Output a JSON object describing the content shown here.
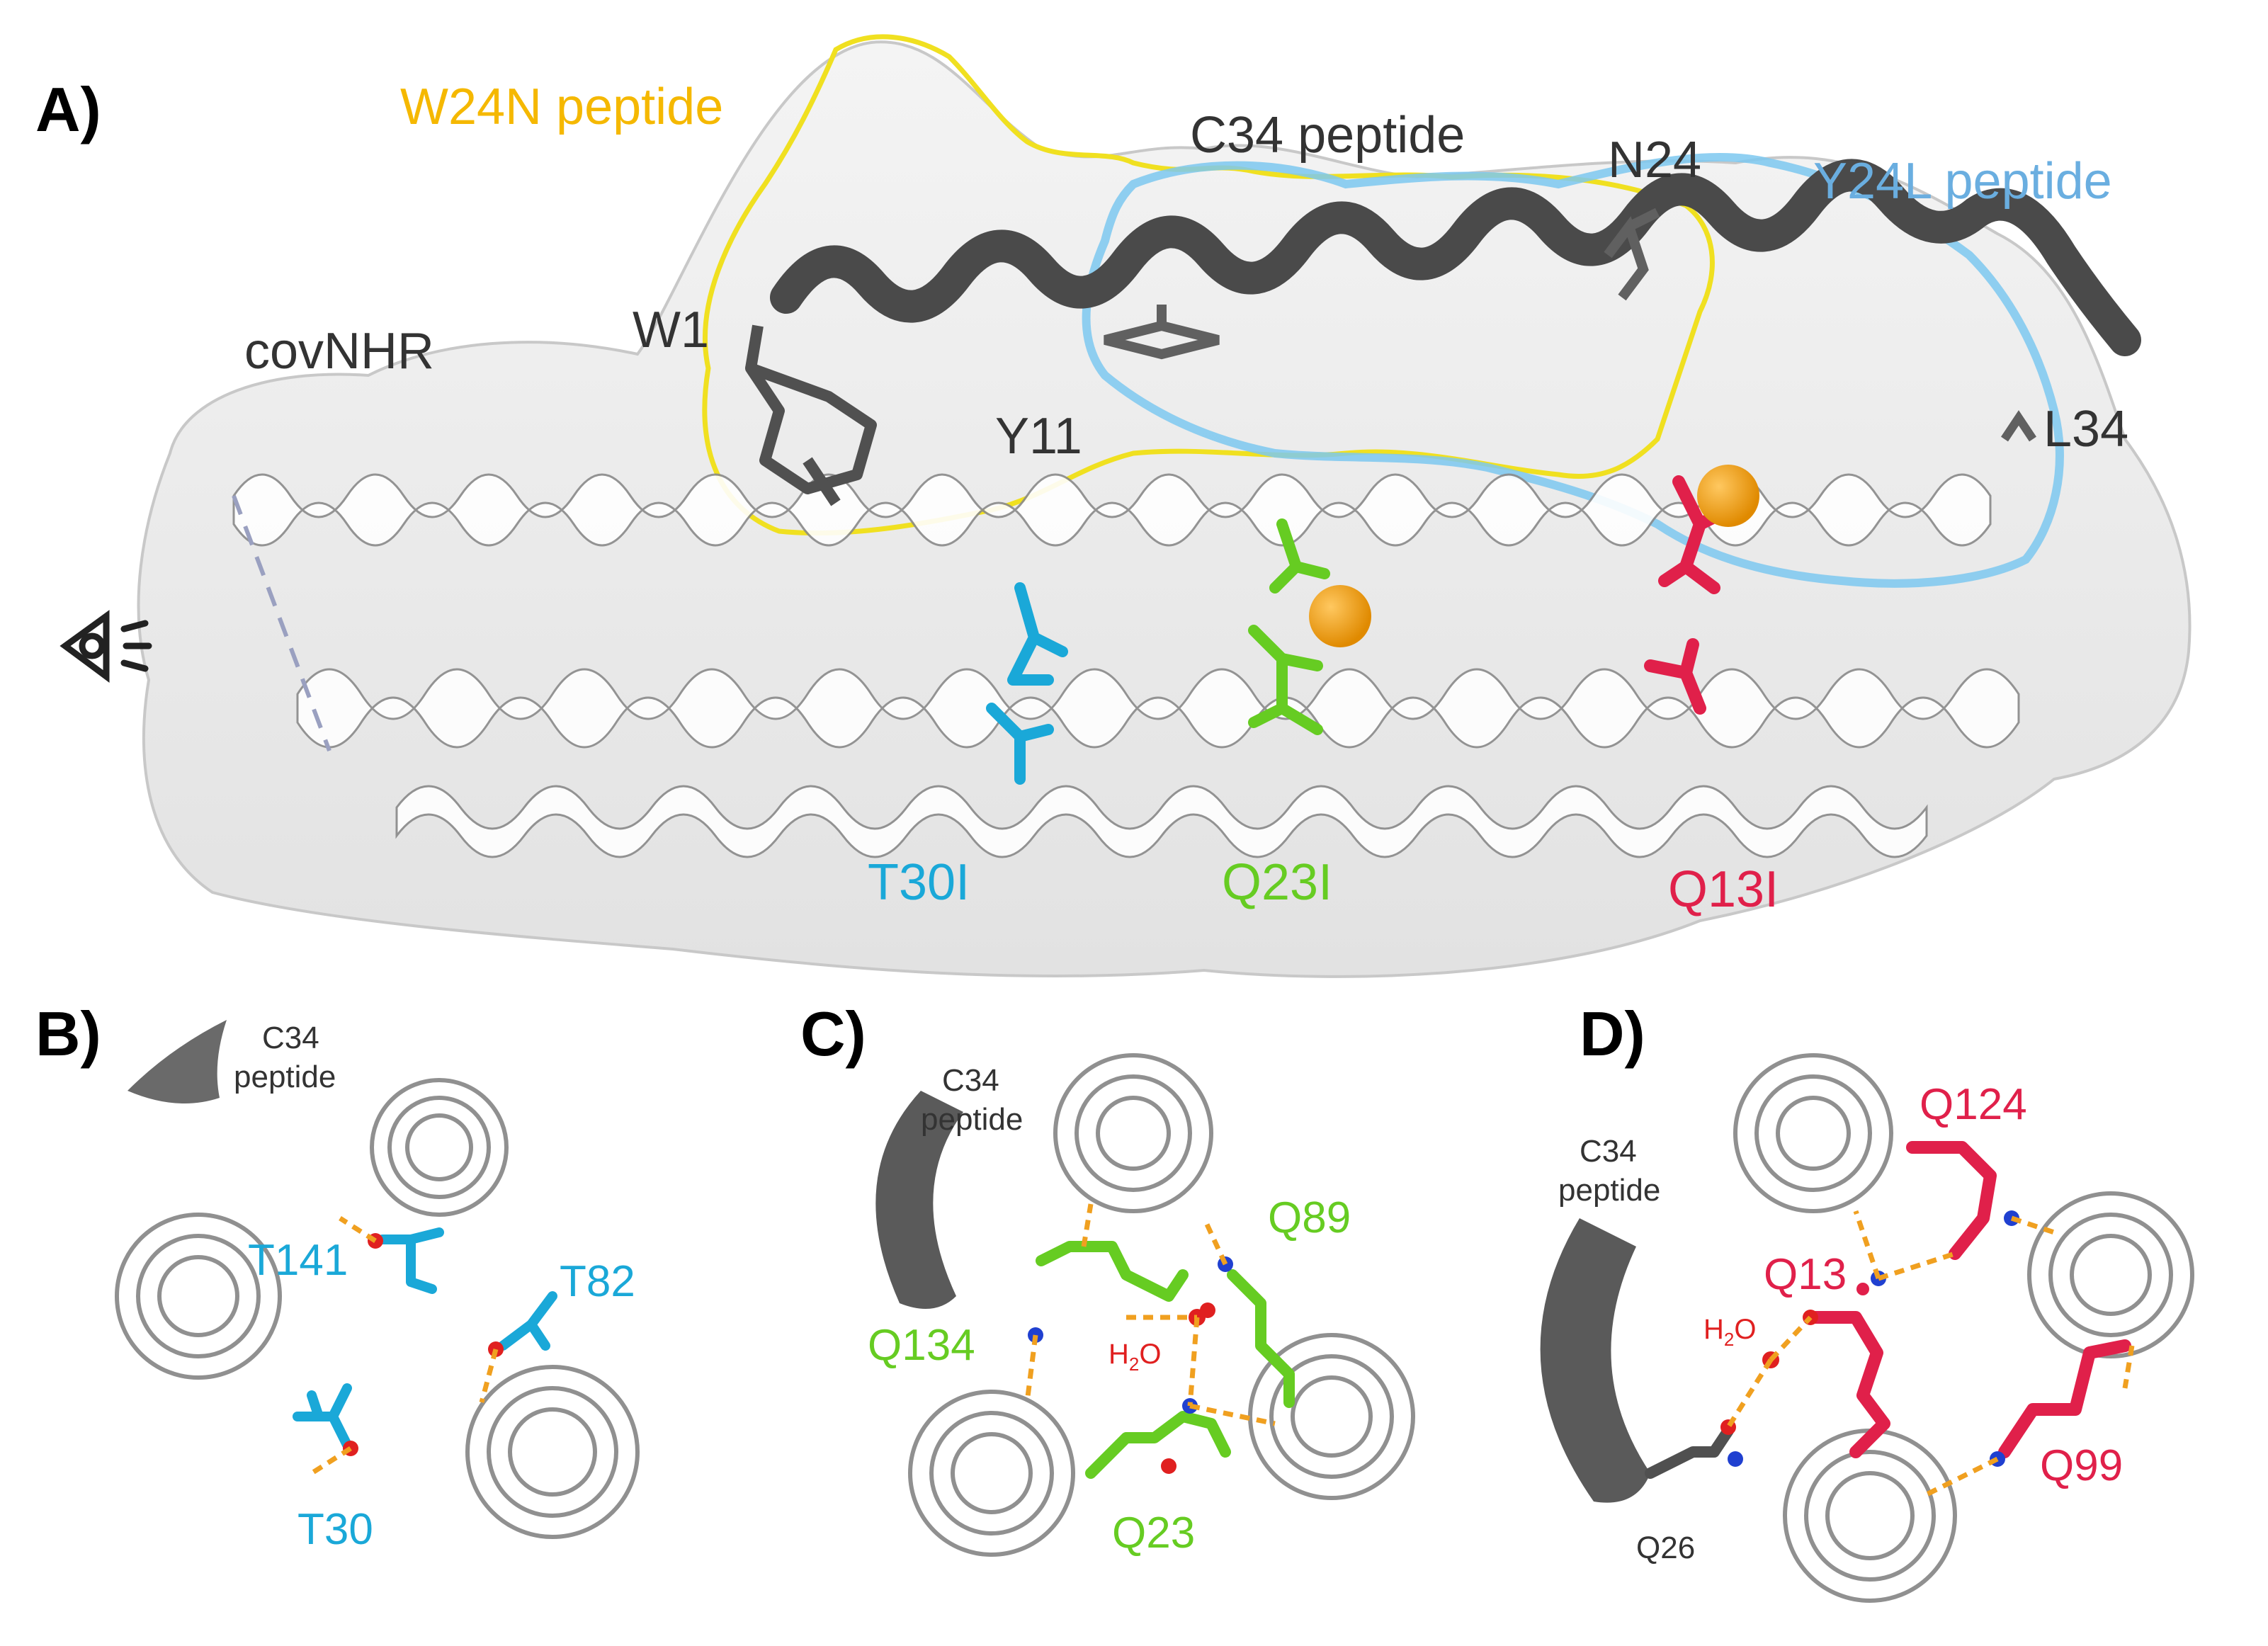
{
  "panels": {
    "A": {
      "tag": "A)",
      "labels": {
        "w24n": "W24N peptide",
        "c34": "C34 peptide",
        "n24": "N24",
        "y24l": "Y24L peptide",
        "covnhr": "covNHR",
        "w1": "W1",
        "y11": "Y11",
        "l34": "L34",
        "t30i": "T30I",
        "q23i": "Q23I",
        "q13i": "Q13I"
      }
    },
    "B": {
      "tag": "B)",
      "labels": {
        "c34_line1": "C34",
        "c34_line2": "peptide",
        "t141": "T141",
        "t82": "T82",
        "t30": "T30"
      }
    },
    "C": {
      "tag": "C)",
      "labels": {
        "c34_line1": "C34",
        "c34_line2": "peptide",
        "q89": "Q89",
        "q134": "Q134",
        "h2o_h": "H",
        "h2o_2": "2",
        "h2o_o": "O",
        "q23": "Q23"
      }
    },
    "D": {
      "tag": "D)",
      "labels": {
        "c34_line1": "C34",
        "c34_line2": "peptide",
        "q124": "Q124",
        "q13": "Q13",
        "h2o_h": "H",
        "h2o_2": "2",
        "h2o_o": "O",
        "q99": "Q99",
        "q26": "Q26"
      }
    }
  },
  "colors": {
    "yellow_label": "#f5b800",
    "yellow_outline": "#f0e020",
    "blue_label": "#6aaee0",
    "blue_outline": "#7cc8f0",
    "cyan_residue": "#1aa8d8",
    "green_residue": "#66cc22",
    "red_residue": "#e0204a",
    "orange_sphere": "#f0a010",
    "dark_helix": "#4a4a4a",
    "text_dark": "#333333"
  },
  "icons": [
    "eye-icon"
  ]
}
